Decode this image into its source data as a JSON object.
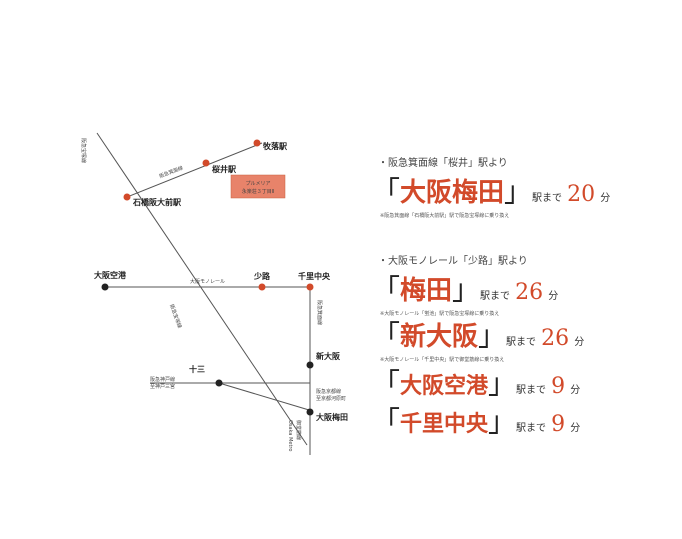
{
  "map": {
    "stations": {
      "makiochi": "牧落駅",
      "sakurai": "桜井駅",
      "ishibashi": "石橋阪大前駅",
      "osaka_airport": "大阪空港",
      "shoji": "少路",
      "senri_chuo": "千里中央",
      "shin_osaka": "新大阪",
      "juso": "十三",
      "osaka_umeda": "大阪梅田"
    },
    "property": {
      "line1": "プルメリア",
      "line2": "永楽荘３丁目Ⅱ"
    },
    "lines": {
      "hankyu_minoo": "阪急箕面線",
      "hankyu_takarazuka": "阪急宝塚線",
      "monorail": "大阪モノレール",
      "kita_kyuko": "阪急箕面線",
      "takarazuka_main": "阪急宝塚線",
      "kobe_line_1": "阪急神戸線",
      "kobe_line_2": "至神戸三宮",
      "kyoto_line_1": "阪急京都線",
      "kyoto_line_2": "至京都河原町",
      "metro": "Osaka Metro",
      "midosuji": "御堂筋線"
    },
    "colors": {
      "accent": "#d24a2a",
      "line": "#555555",
      "station_black": "#222222",
      "property_bg": "#e8836a"
    }
  },
  "routes": {
    "sec1_header": "・阪急箕面線「桜井」駅より",
    "sec2_header": "・大阪モノレール「少路」駅より",
    "bracket_open": "「",
    "bracket_close": "」",
    "suffix": "駅まで",
    "unit": "分",
    "items": [
      {
        "dest": "大阪梅田",
        "time": "20",
        "note": "※阪急箕面線「石橋阪大前駅」駅で阪急宝塚線に乗り換え"
      },
      {
        "dest": "梅田",
        "time": "26",
        "note": "※大阪モノレール「蛍池」駅で阪急宝塚線に乗り換え"
      },
      {
        "dest": "新大阪",
        "time": "26",
        "note": "※大阪モノレール「千里中央」駅で御堂筋線に乗り換え"
      },
      {
        "dest": "大阪空港",
        "time": "9",
        "note": ""
      },
      {
        "dest": "千里中央",
        "time": "9",
        "note": ""
      }
    ]
  }
}
